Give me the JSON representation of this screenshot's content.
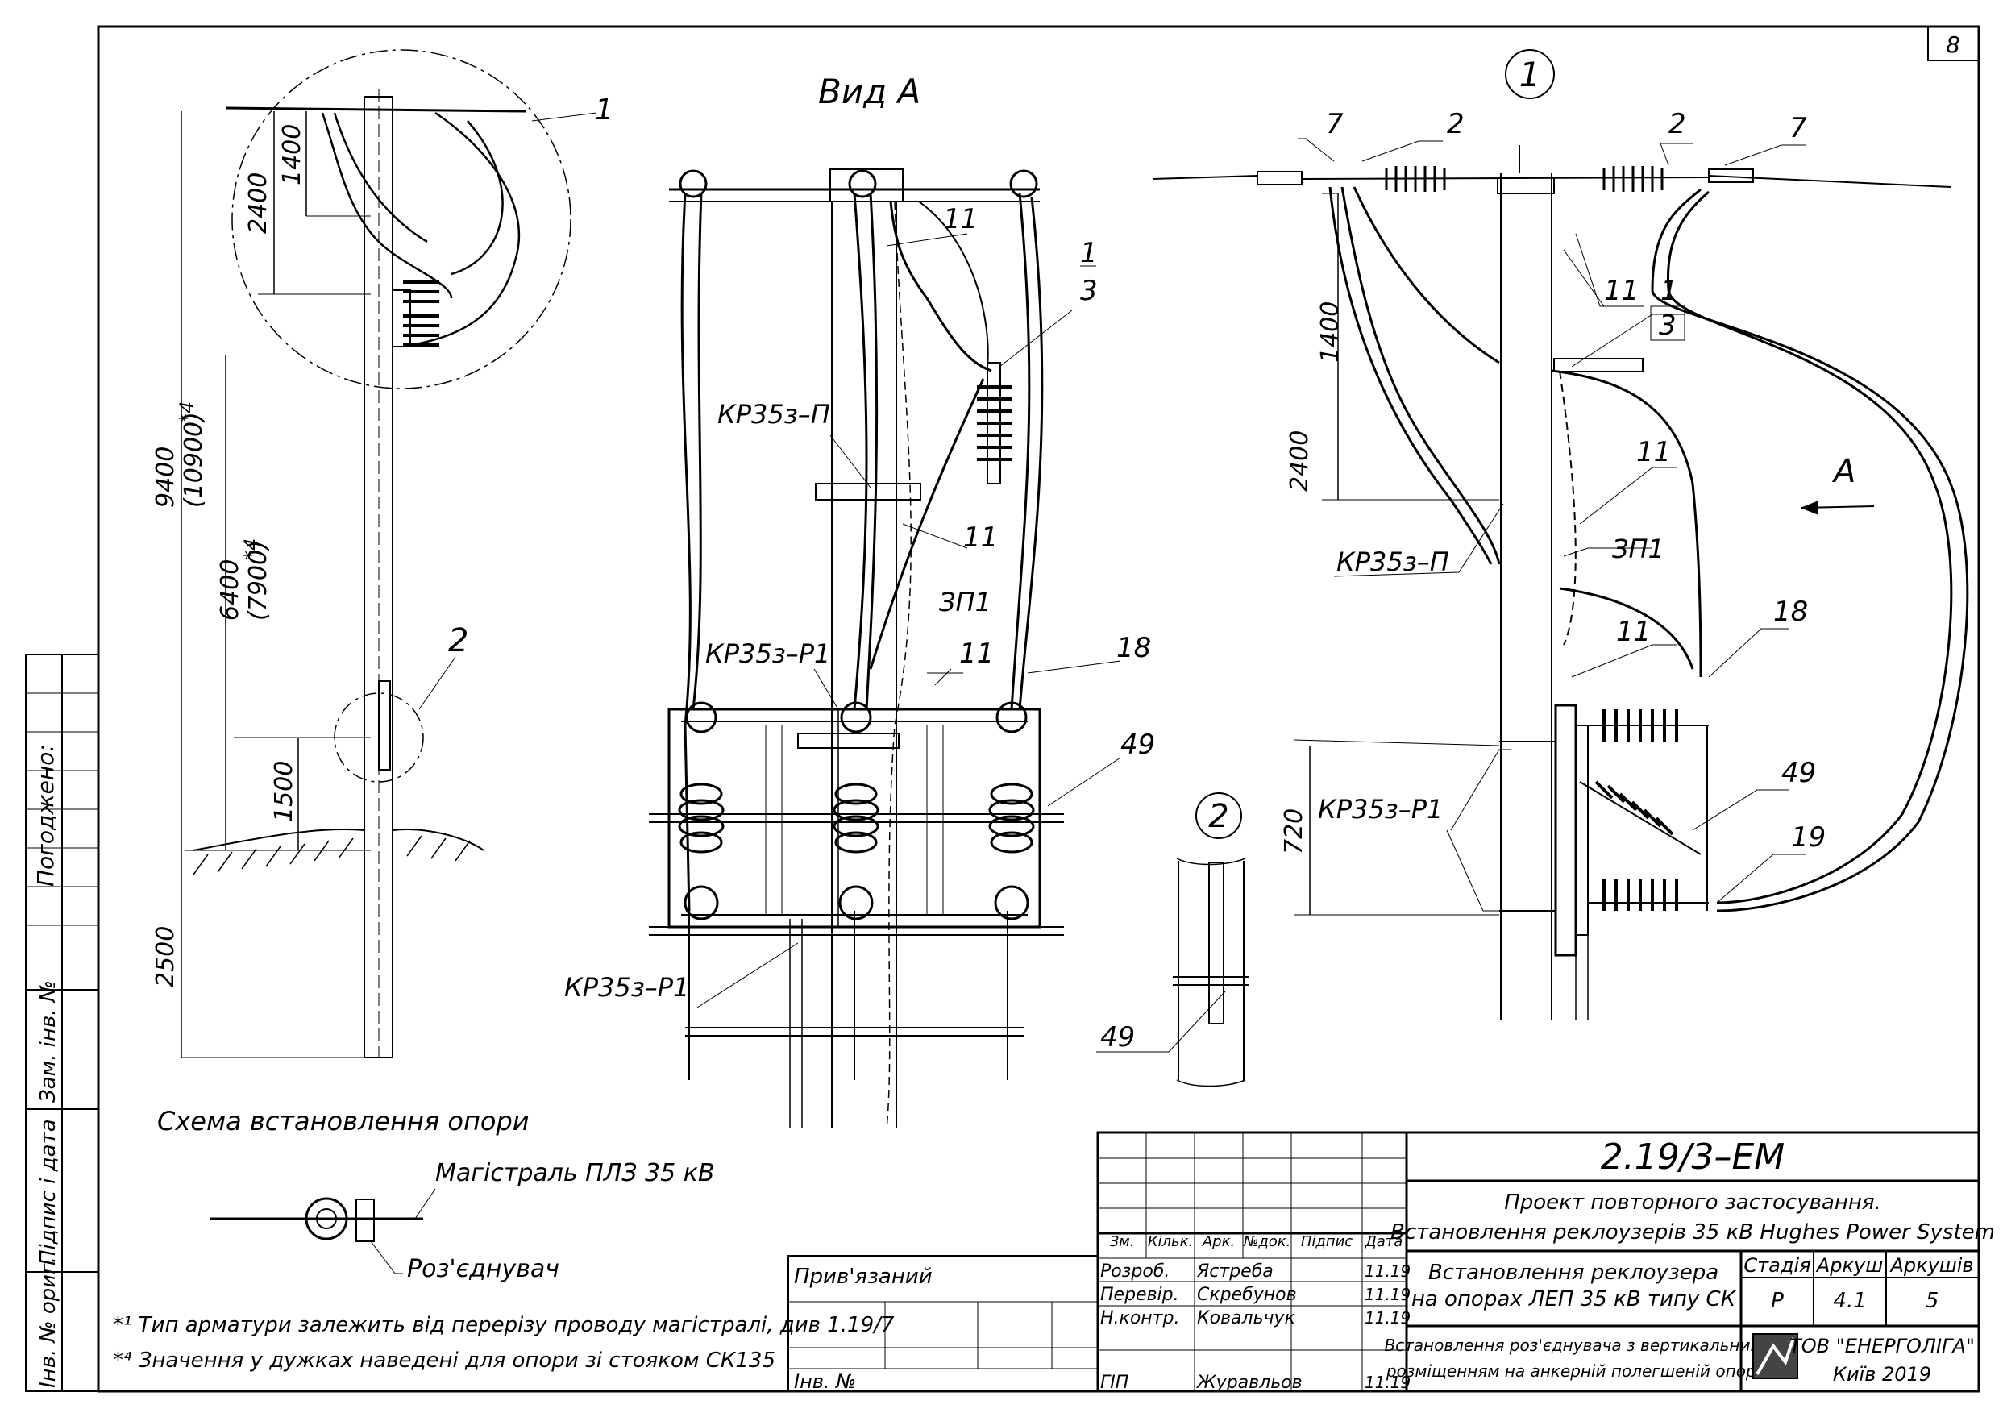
{
  "sheet_number": "8",
  "views": {
    "view_a_title": "Вид А",
    "detail1_mark": "1",
    "detail2_mark": "2",
    "arrow_label": "А"
  },
  "callouts": {
    "c1": "1",
    "c2": "2",
    "c3": "3",
    "c7": "7",
    "c11": "11",
    "c18": "18",
    "c19": "19",
    "c49": "49",
    "kr_p": "КР35з–П",
    "kr_r1": "КР35з–Р1",
    "zp1": "ЗП1"
  },
  "dimensions": {
    "d9400": "9400",
    "d10900": "(10900)",
    "star4": "*4",
    "d6400": "6400",
    "d7900": "(7900)",
    "d2400": "2400",
    "d1400": "1400",
    "d1500": "1500",
    "d2500": "2500",
    "d720": "720"
  },
  "scheme": {
    "title": "Схема встановлення опори",
    "line_label": "Магістраль ПЛЗ 35 кВ",
    "disconnector_label": "Роз'єднувач"
  },
  "notes": [
    "*¹ Тип арматури залежить від перерізу проводу магістралі, див 1.19/7",
    "*⁴ Значення у дужках наведені для опори зі стояком СК135"
  ],
  "side_stamp": {
    "agreed": "Погоджено:",
    "inv_orig": "Інв. № ориг.",
    "sign_date": "Підпис і дата",
    "repl_inv": "Зам. інв. №"
  },
  "title_block": {
    "doc_code": "2.19/3–ЕМ",
    "project_line1": "Проект повторного застосування.",
    "project_line2": "Встановлення реклоузерів 35 кВ Hughes Power System",
    "sheet_title_line1": "Встановлення реклоузера",
    "sheet_title_line2": "на опорах ЛЕП 35 кВ типу СК",
    "drawing_title_line1": "Встановлення роз'єднувача з вертикальним",
    "drawing_title_line2": "розміщенням на анкерній полегшеній опорі",
    "stage_header": "Стадія",
    "sheet_header": "Аркуш",
    "sheets_header": "Аркушів",
    "stage": "Р",
    "sheet": "4.1",
    "sheets": "5",
    "company": "ТОВ \"ЕНЕРГОЛІГА\"",
    "city_year": "Київ 2019",
    "attached": "Прив'язаний",
    "inv_no": "Інв. №",
    "col_headers": [
      "Зм.",
      "Кільк.",
      "Арк.",
      "№док.",
      "Підпис",
      "Дата"
    ],
    "rows": [
      {
        "role": "Розроб.",
        "name": "Ястреба",
        "date": "11.19"
      },
      {
        "role": "Перевір.",
        "name": "Скребунов",
        "date": "11.19"
      },
      {
        "role": "Н.контр.",
        "name": "Ковальчук",
        "date": "11.19"
      },
      {
        "role": "ГІП",
        "name": "Журавльов",
        "date": "11.19"
      }
    ]
  }
}
